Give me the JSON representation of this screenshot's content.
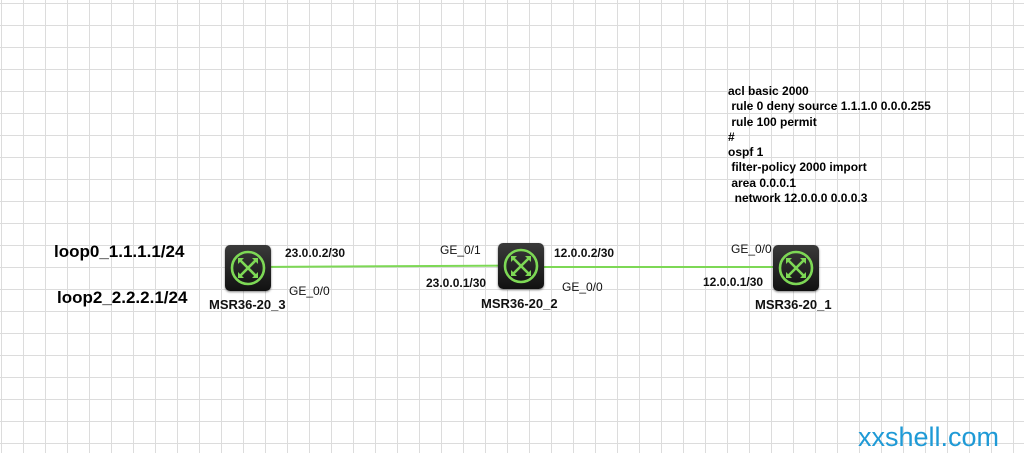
{
  "config_lines": [
    "acl basic 2000",
    " rule 0 deny source 1.1.1.0 0.0.0.255",
    " rule 100 permit",
    "#",
    "ospf 1",
    " filter-policy 2000 import",
    " area 0.0.0.1",
    "  network 12.0.0.0 0.0.0.3"
  ],
  "loopbacks": [
    "loop0_1.1.1.1/24",
    "loop2_2.2.2.1/24"
  ],
  "devices": {
    "r3": {
      "name": "MSR36-20_3",
      "icon": "router-icon"
    },
    "r2": {
      "name": "MSR36-20_2",
      "icon": "router-icon"
    },
    "r1": {
      "name": "MSR36-20_1",
      "icon": "router-icon"
    }
  },
  "links": [
    {
      "a_ip": "23.0.0.2/30",
      "a_port": "GE_0/0",
      "b_ip": "23.0.0.1/30",
      "b_port": "GE_0/1"
    },
    {
      "a_ip": "12.0.0.2/30",
      "a_port": "GE_0/0",
      "b_ip": "12.0.0.1/30",
      "b_port": "GE_0/0"
    }
  ],
  "watermark": "xxshell.com",
  "colors": {
    "link": "#7dd855",
    "router_icon": "#7dd855",
    "watermark": "#1f9ad6"
  }
}
